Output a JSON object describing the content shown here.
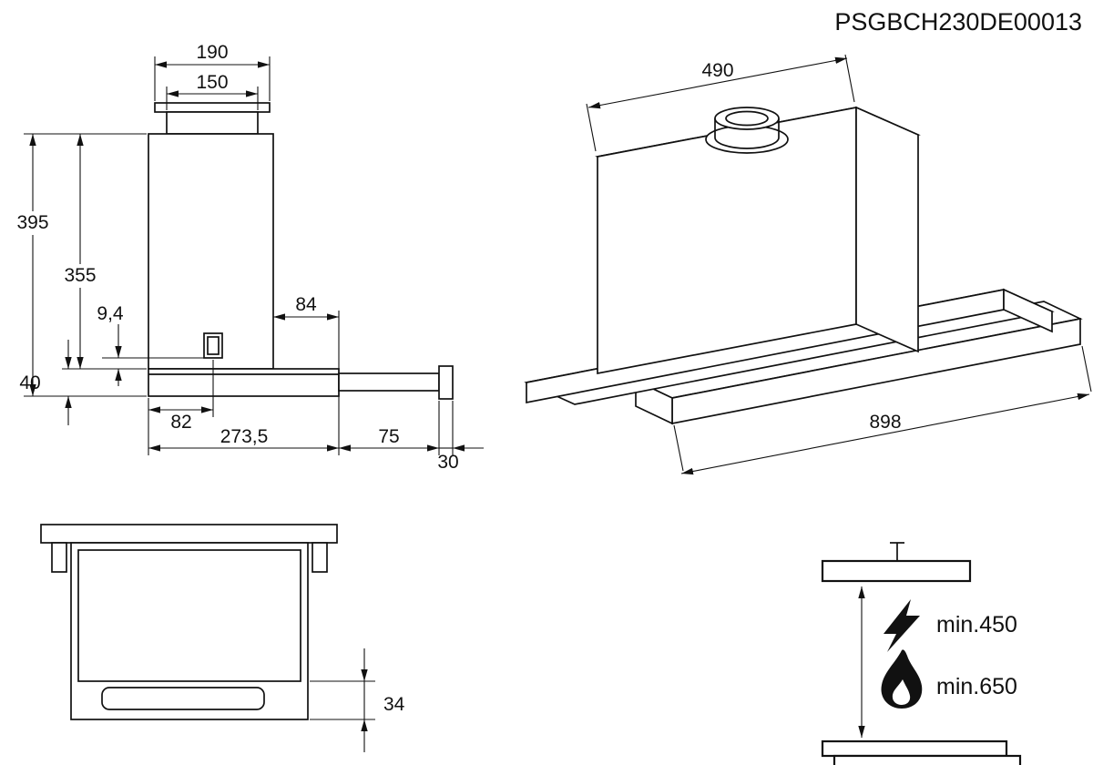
{
  "title": "PSGBCH230DE00013",
  "side_view": {
    "duct_outer_width": "190",
    "duct_inner_width": "150",
    "total_height": "395",
    "body_height": "355",
    "switch_offset": "9,4",
    "visor_height": "40",
    "rear_gap": "84",
    "switch_distance": "82",
    "body_depth": "273,5",
    "pullout_extension": "75",
    "handle_depth": "30"
  },
  "iso_view": {
    "depth": "490",
    "width": "898"
  },
  "front_view": {
    "visor_front_height": "34"
  },
  "clearance": {
    "electric_min": "min.450",
    "gas_min": "min.650"
  }
}
